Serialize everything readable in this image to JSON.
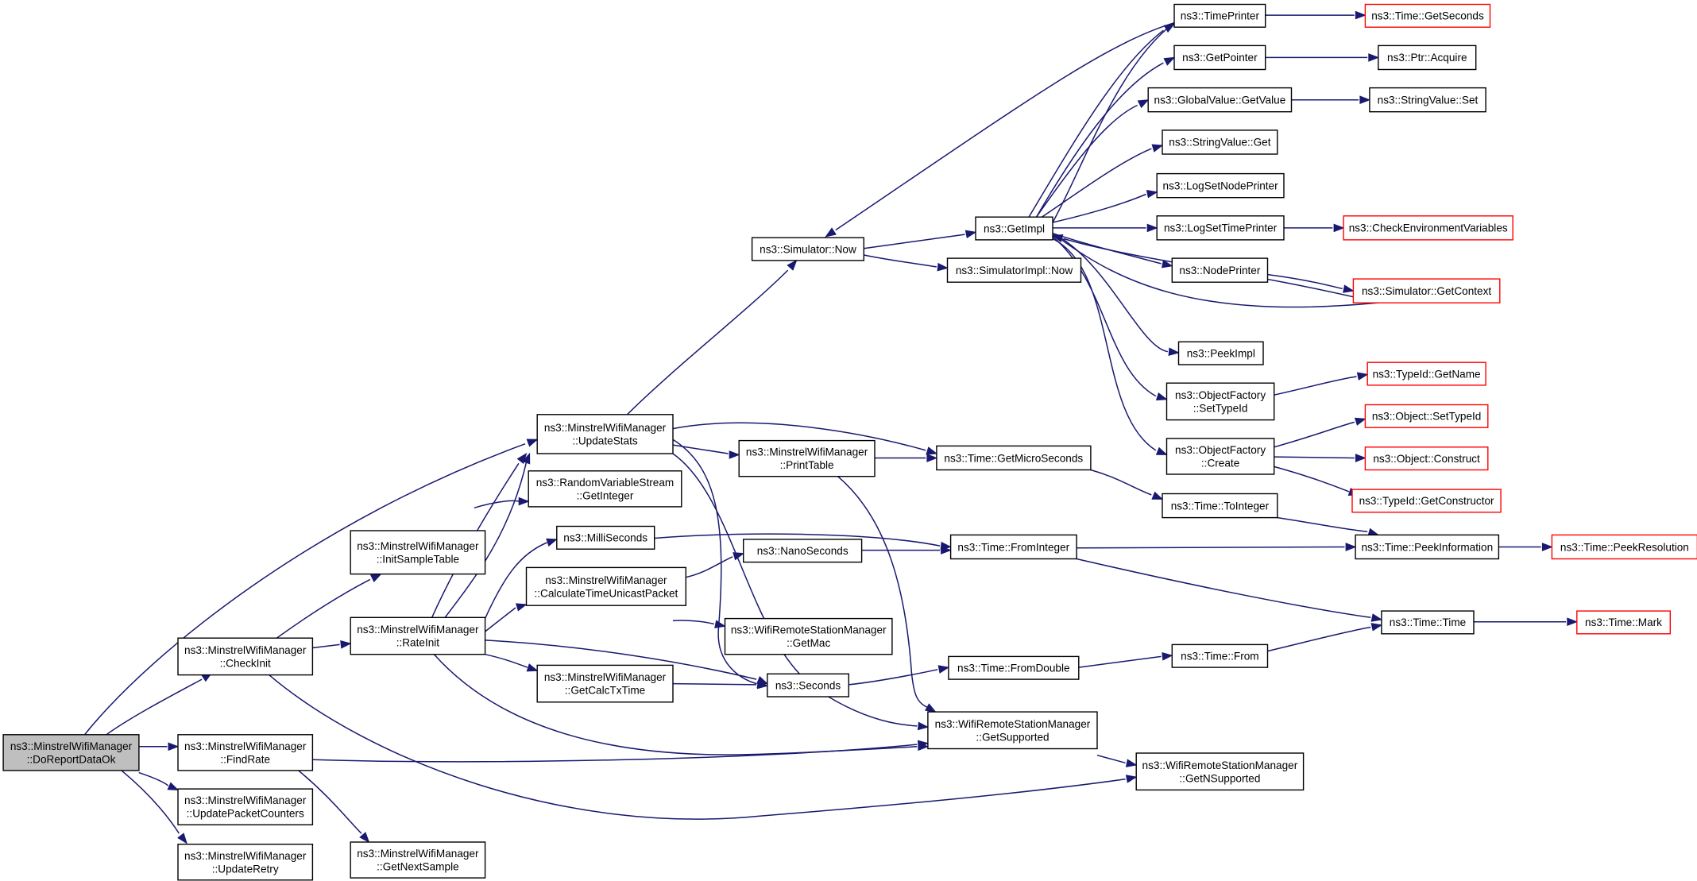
{
  "graph": {
    "colors": {
      "edge": "#191970",
      "root_fill": "#bfbfbf",
      "node_border": "#000000",
      "truncated_border": "#ff0000",
      "background": "#ffffff"
    },
    "nodes": [
      {
        "id": "doreport",
        "lines": [
          "ns3::MinstrelWifiManager",
          "::DoReportDataOk"
        ],
        "kind": "root"
      },
      {
        "id": "checkinit",
        "lines": [
          "ns3::MinstrelWifiManager",
          "::CheckInit"
        ],
        "kind": "normal"
      },
      {
        "id": "findrate",
        "lines": [
          "ns3::MinstrelWifiManager",
          "::FindRate"
        ],
        "kind": "normal"
      },
      {
        "id": "updatepc",
        "lines": [
          "ns3::MinstrelWifiManager",
          "::UpdatePacketCounters"
        ],
        "kind": "normal"
      },
      {
        "id": "updateretry",
        "lines": [
          "ns3::MinstrelWifiManager",
          "::UpdateRetry"
        ],
        "kind": "normal"
      },
      {
        "id": "initsample",
        "lines": [
          "ns3::MinstrelWifiManager",
          "::InitSampleTable"
        ],
        "kind": "normal"
      },
      {
        "id": "rateinit",
        "lines": [
          "ns3::MinstrelWifiManager",
          "::RateInit"
        ],
        "kind": "normal"
      },
      {
        "id": "nextsample",
        "lines": [
          "ns3::MinstrelWifiManager",
          "::GetNextSample"
        ],
        "kind": "normal"
      },
      {
        "id": "updatestats",
        "lines": [
          "ns3::MinstrelWifiManager",
          "::UpdateStats"
        ],
        "kind": "normal"
      },
      {
        "id": "rvsgetint",
        "lines": [
          "ns3::RandomVariableStream",
          "::GetInteger"
        ],
        "kind": "normal"
      },
      {
        "id": "millisec",
        "lines": [
          "ns3::MilliSeconds"
        ],
        "kind": "normal"
      },
      {
        "id": "calctime",
        "lines": [
          "ns3::MinstrelWifiManager",
          "::CalculateTimeUnicastPacket"
        ],
        "kind": "normal"
      },
      {
        "id": "getcalctx",
        "lines": [
          "ns3::MinstrelWifiManager",
          "::GetCalcTxTime"
        ],
        "kind": "normal"
      },
      {
        "id": "simnow",
        "lines": [
          "ns3::Simulator::Now"
        ],
        "kind": "normal"
      },
      {
        "id": "printtable",
        "lines": [
          "ns3::MinstrelWifiManager",
          "::PrintTable"
        ],
        "kind": "normal"
      },
      {
        "id": "nanosec",
        "lines": [
          "ns3::NanoSeconds"
        ],
        "kind": "normal"
      },
      {
        "id": "wrsmgetmac",
        "lines": [
          "ns3::WifiRemoteStationManager",
          "::GetMac"
        ],
        "kind": "normal"
      },
      {
        "id": "seconds",
        "lines": [
          "ns3::Seconds"
        ],
        "kind": "normal"
      },
      {
        "id": "getimpl",
        "lines": [
          "ns3::GetImpl"
        ],
        "kind": "normal"
      },
      {
        "id": "simimplnow",
        "lines": [
          "ns3::SimulatorImpl::Now"
        ],
        "kind": "normal"
      },
      {
        "id": "getmicro",
        "lines": [
          "ns3::Time::GetMicroSeconds"
        ],
        "kind": "normal"
      },
      {
        "id": "frominteger",
        "lines": [
          "ns3::Time::FromInteger"
        ],
        "kind": "normal"
      },
      {
        "id": "fromdouble",
        "lines": [
          "ns3::Time::FromDouble"
        ],
        "kind": "normal"
      },
      {
        "id": "getsupported",
        "lines": [
          "ns3::WifiRemoteStationManager",
          "::GetSupported"
        ],
        "kind": "normal"
      },
      {
        "id": "timeprinter",
        "lines": [
          "ns3::TimePrinter"
        ],
        "kind": "normal"
      },
      {
        "id": "getpointer",
        "lines": [
          "ns3::GetPointer"
        ],
        "kind": "normal"
      },
      {
        "id": "gvgetvalue",
        "lines": [
          "ns3::GlobalValue::GetValue"
        ],
        "kind": "normal"
      },
      {
        "id": "svget",
        "lines": [
          "ns3::StringValue::Get"
        ],
        "kind": "normal"
      },
      {
        "id": "lognodeprinter",
        "lines": [
          "ns3::LogSetNodePrinter"
        ],
        "kind": "normal"
      },
      {
        "id": "logtimeprinter",
        "lines": [
          "ns3::LogSetTimePrinter"
        ],
        "kind": "normal"
      },
      {
        "id": "nodeprinter",
        "lines": [
          "ns3::NodePrinter"
        ],
        "kind": "normal"
      },
      {
        "id": "peekimpl",
        "lines": [
          "ns3::PeekImpl"
        ],
        "kind": "normal"
      },
      {
        "id": "ofsettypeid",
        "lines": [
          "ns3::ObjectFactory",
          "::SetTypeId"
        ],
        "kind": "normal"
      },
      {
        "id": "ofcreate",
        "lines": [
          "ns3::ObjectFactory",
          "::Create"
        ],
        "kind": "normal"
      },
      {
        "id": "tointeger",
        "lines": [
          "ns3::Time::ToInteger"
        ],
        "kind": "normal"
      },
      {
        "id": "timefrom",
        "lines": [
          "ns3::Time::From"
        ],
        "kind": "normal"
      },
      {
        "id": "getnsupported",
        "lines": [
          "ns3::WifiRemoteStationManager",
          "::GetNSupported"
        ],
        "kind": "normal"
      },
      {
        "id": "getseconds",
        "lines": [
          "ns3::Time::GetSeconds"
        ],
        "kind": "trunc"
      },
      {
        "id": "ptracquire",
        "lines": [
          "ns3::Ptr::Acquire"
        ],
        "kind": "normal"
      },
      {
        "id": "svset",
        "lines": [
          "ns3::StringValue::Set"
        ],
        "kind": "normal"
      },
      {
        "id": "checkenv",
        "lines": [
          "ns3::CheckEnvironmentVariables"
        ],
        "kind": "trunc"
      },
      {
        "id": "simgetcontext",
        "lines": [
          "ns3::Simulator::GetContext"
        ],
        "kind": "trunc"
      },
      {
        "id": "tidgetname",
        "lines": [
          "ns3::TypeId::GetName"
        ],
        "kind": "trunc"
      },
      {
        "id": "objsettypeid",
        "lines": [
          "ns3::Object::SetTypeId"
        ],
        "kind": "trunc"
      },
      {
        "id": "objconstruct",
        "lines": [
          "ns3::Object::Construct"
        ],
        "kind": "trunc"
      },
      {
        "id": "tidgetctor",
        "lines": [
          "ns3::TypeId::GetConstructor"
        ],
        "kind": "trunc"
      },
      {
        "id": "peekinfo",
        "lines": [
          "ns3::Time::PeekInformation"
        ],
        "kind": "normal"
      },
      {
        "id": "timetime",
        "lines": [
          "ns3::Time::Time"
        ],
        "kind": "normal"
      },
      {
        "id": "peekres",
        "lines": [
          "ns3::Time::PeekResolution"
        ],
        "kind": "trunc"
      },
      {
        "id": "timemark",
        "lines": [
          "ns3::Time::Mark"
        ],
        "kind": "trunc"
      }
    ]
  }
}
